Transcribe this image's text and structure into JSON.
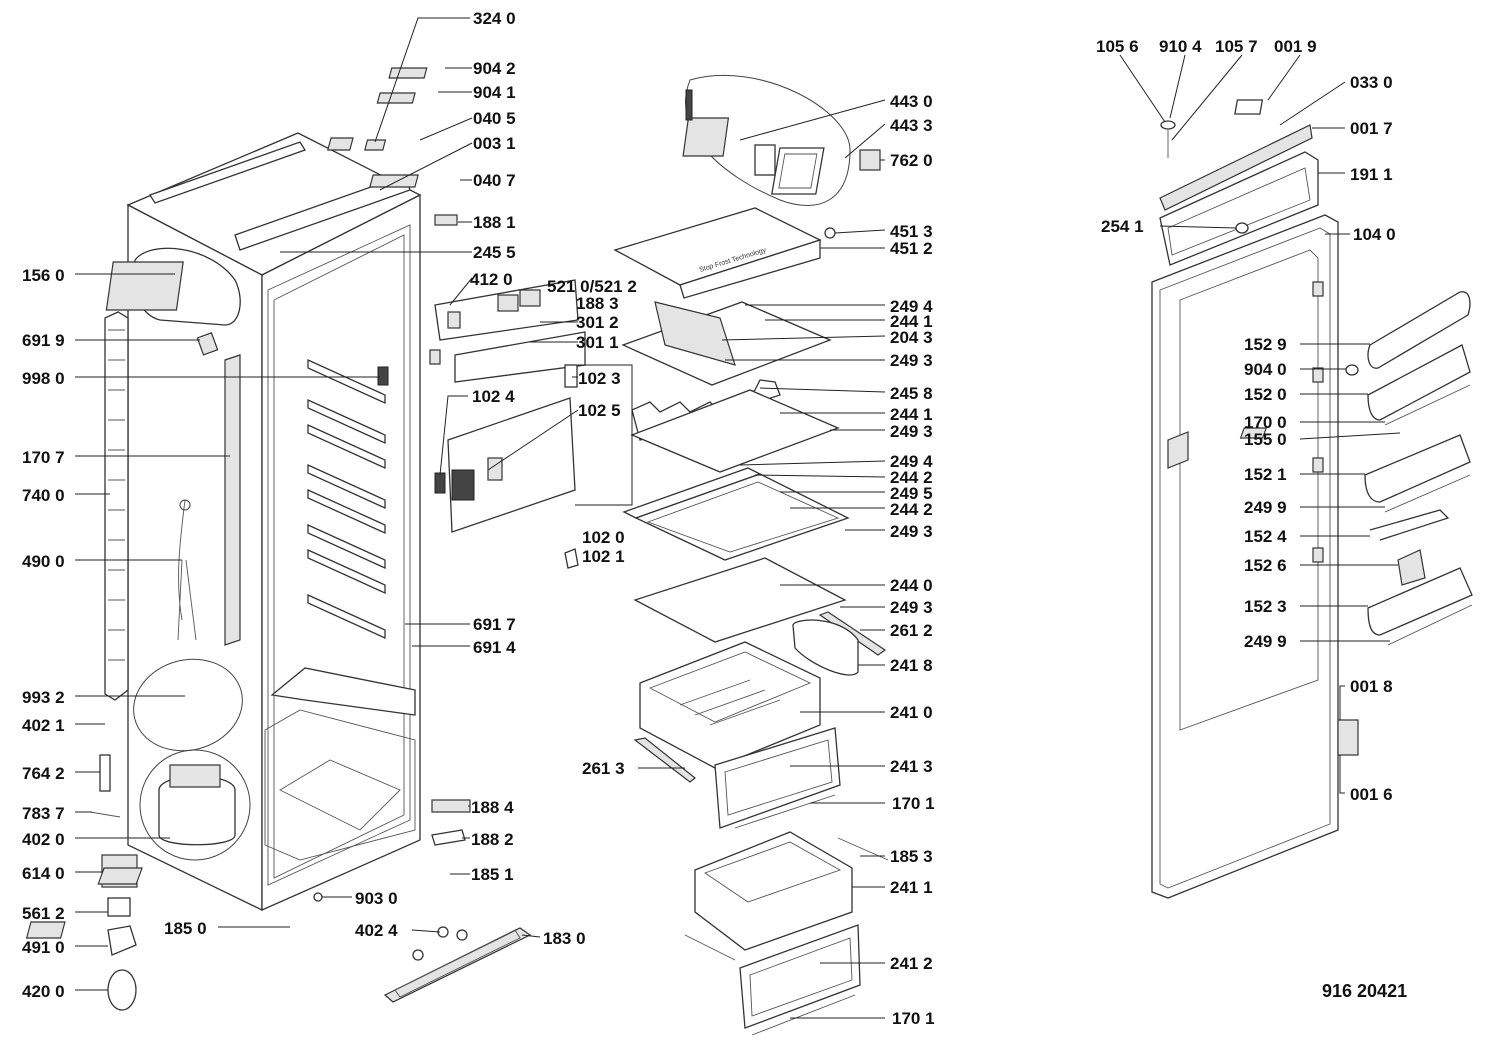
{
  "diagram": {
    "reference_code": "916 20421",
    "labels": [
      "324 0",
      "904 2",
      "904 1",
      "040 5",
      "003 1",
      "040 7",
      "188 1",
      "245 5",
      "156 0",
      "691 9",
      "998 0",
      "170 7",
      "740 0",
      "490 0",
      "993 2",
      "402 1",
      "764 2",
      "783 7",
      "402 0",
      "614 0",
      "561 2",
      "491 0",
      "420 0",
      "412 0",
      "521 0/521 2",
      "188 3",
      "301 2",
      "301 1",
      "102 3",
      "102 4",
      "102 5",
      "102 0",
      "102 1",
      "691 7",
      "691 4",
      "188 4",
      "188 2",
      "185 1",
      "903 0",
      "185 0",
      "402 4",
      "183 0",
      "443 0",
      "443 3",
      "762 0",
      "451 3",
      "451 2",
      "249 4",
      "244 1",
      "204 3",
      "249 3",
      "245 8",
      "244 1",
      "249 3",
      "249 4",
      "244 2",
      "249 5",
      "244 2",
      "249 3",
      "244 0",
      "249 3",
      "261 2",
      "241 8",
      "241 0",
      "261 3",
      "241 3",
      "170 1",
      "185 3",
      "241 1",
      "241 2",
      "170 1",
      "105 6",
      "910 4",
      "105 7",
      "001 9",
      "033 0",
      "001 7",
      "191 1",
      "254 1",
      "104 0",
      "152 9",
      "904 0",
      "152 0",
      "170 0",
      "155 0",
      "152 1",
      "249 9",
      "152 4",
      "152 6",
      "152 3",
      "249 9",
      "001 8",
      "001 6"
    ]
  }
}
